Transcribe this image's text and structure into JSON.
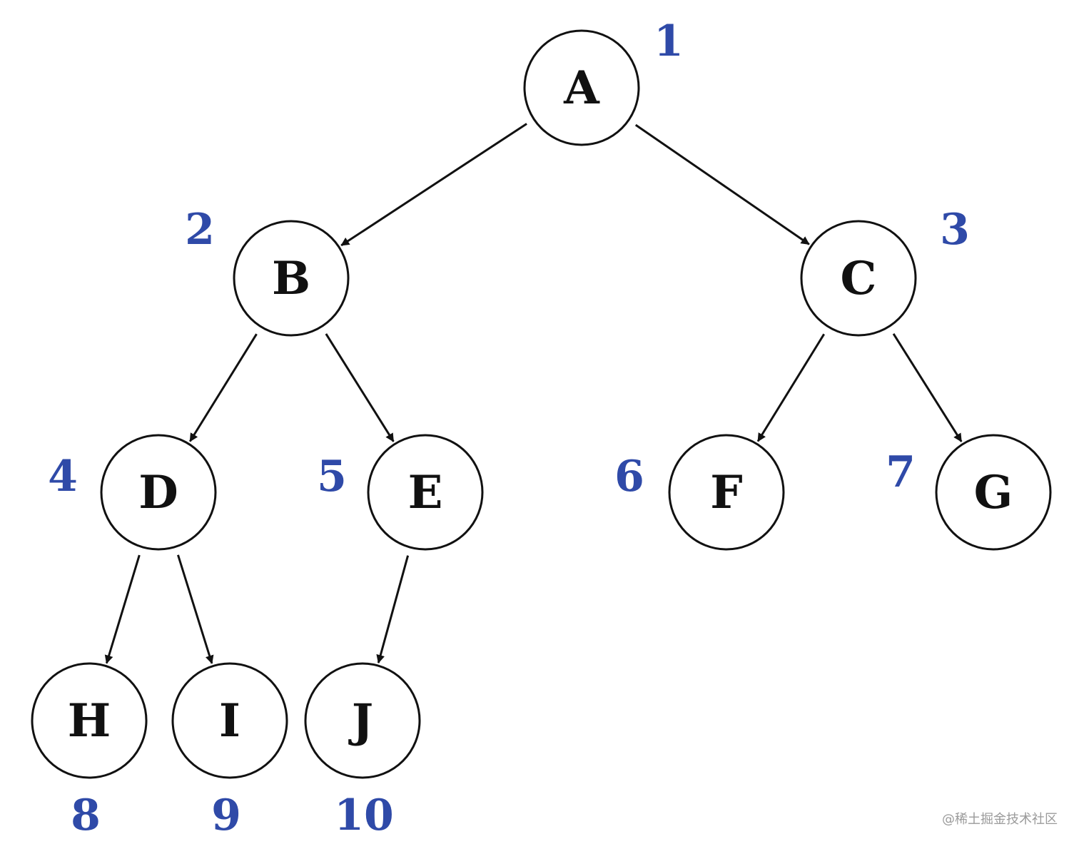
{
  "diagram": {
    "type": "binary-tree",
    "accent_color": "#2f4aa8",
    "nodes": [
      {
        "id": "A",
        "label": "A",
        "index": "1"
      },
      {
        "id": "B",
        "label": "B",
        "index": "2"
      },
      {
        "id": "C",
        "label": "C",
        "index": "3"
      },
      {
        "id": "D",
        "label": "D",
        "index": "4"
      },
      {
        "id": "E",
        "label": "E",
        "index": "5"
      },
      {
        "id": "F",
        "label": "F",
        "index": "6"
      },
      {
        "id": "G",
        "label": "G",
        "index": "7"
      },
      {
        "id": "H",
        "label": "H",
        "index": "8"
      },
      {
        "id": "I",
        "label": "I",
        "index": "9"
      },
      {
        "id": "J",
        "label": "J",
        "index": "10"
      }
    ],
    "edges": [
      {
        "from": "A",
        "to": "B"
      },
      {
        "from": "A",
        "to": "C"
      },
      {
        "from": "B",
        "to": "D"
      },
      {
        "from": "B",
        "to": "E"
      },
      {
        "from": "C",
        "to": "F"
      },
      {
        "from": "C",
        "to": "G"
      },
      {
        "from": "D",
        "to": "H"
      },
      {
        "from": "D",
        "to": "I"
      },
      {
        "from": "E",
        "to": "J"
      }
    ]
  },
  "watermark": "@稀土掘金技术社区"
}
